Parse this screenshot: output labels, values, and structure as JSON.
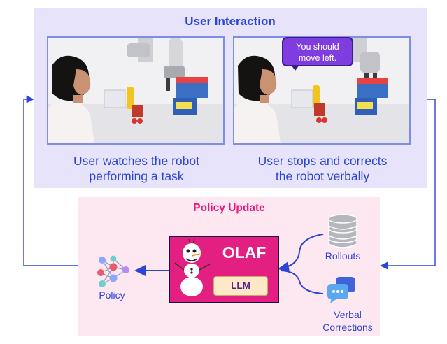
{
  "user_interaction": {
    "title": "User Interaction",
    "left_caption_line1": "User watches the robot",
    "left_caption_line2": "performing a task",
    "right_caption_line1": "User stops and corrects",
    "right_caption_line2": "the robot verbally",
    "speech_line1": "You should",
    "speech_line2": "move left."
  },
  "policy_update": {
    "title": "Policy Update",
    "olaf_label": "OLAF",
    "llm_label": "LLM",
    "policy_label": "Policy",
    "rollouts_label": "Rollouts",
    "verbal_line1": "Verbal",
    "verbal_line2": "Corrections"
  },
  "colors": {
    "blue_text": "#2b45d4",
    "pink_title": "#e8197a",
    "olaf_box": "#e41f82",
    "top_panel": "#e7e3fb",
    "bottom_panel": "#fde8f2",
    "speech_bubble": "#7f3de0"
  },
  "icons": [
    "database-icon",
    "chat-bubbles-icon",
    "neural-network-icon",
    "snowman-icon"
  ]
}
